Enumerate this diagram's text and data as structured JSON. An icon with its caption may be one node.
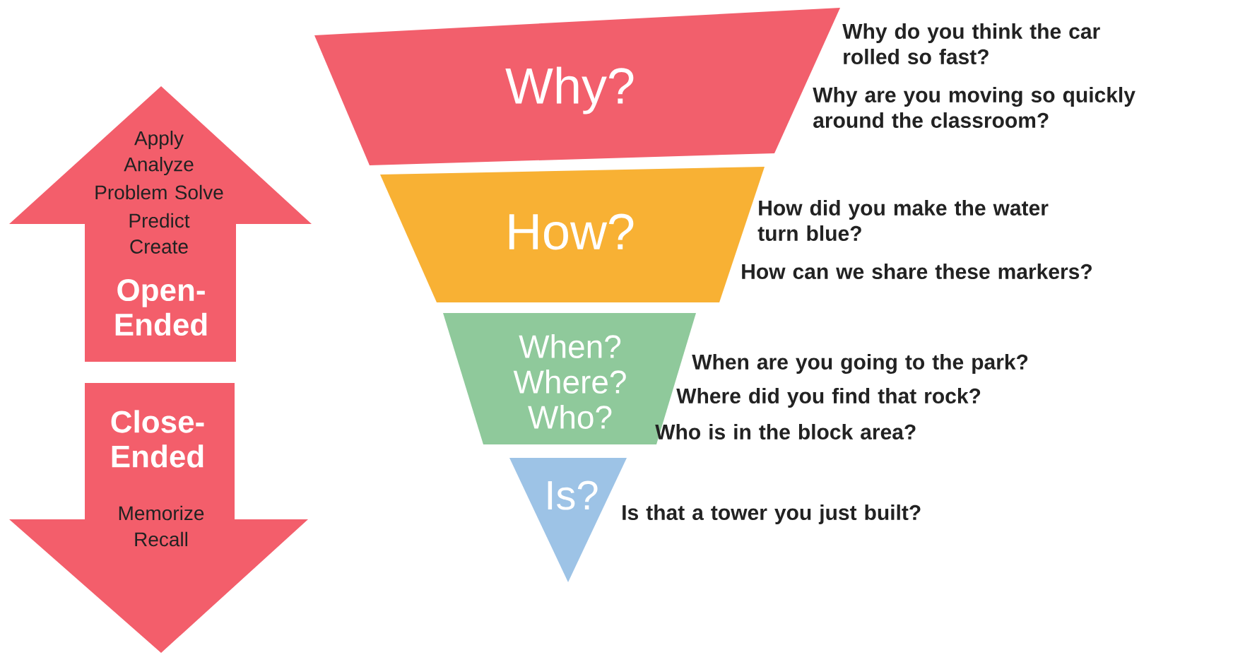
{
  "diagram": {
    "nodes": [
      {
        "text": [
          "Apply",
          "Analyze",
          "Problem Solve",
          "Predict",
          "Create",
          "Open-Ended"
        ]
      },
      {
        "text": [
          "Close-Ended",
          "Memorize",
          "Recall"
        ]
      },
      {
        "text": [
          "Why?"
        ],
        "beside": [
          "Why do you think the car rolled so fast?",
          "Why are you moving so quickly around the classroom?"
        ]
      },
      {
        "text": [
          "How?"
        ],
        "beside": [
          "How did you make the water turn blue?",
          "How can we share these markers?"
        ]
      },
      {
        "text": [
          "When?",
          "Where?",
          "Who?"
        ],
        "beside": [
          "When are you going to the park?",
          "Where did you find that rock?",
          "Who is in the block area?"
        ]
      },
      {
        "text": [
          "Is?"
        ],
        "beside": [
          "Is that a tower you just built?"
        ]
      }
    ]
  }
}
